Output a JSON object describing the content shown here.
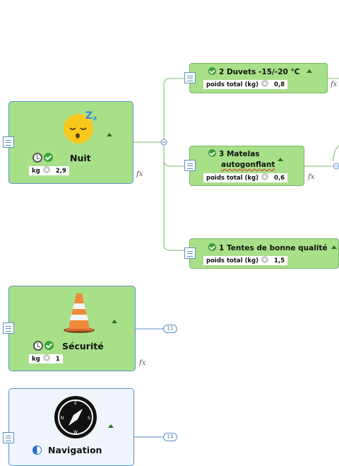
{
  "colors": {
    "topic_green": "#a8e089",
    "topic_blue": "#f0f5fb",
    "border_blue": "#5b8fc7",
    "check_green": "#3a9d3a"
  },
  "topics": [
    {
      "title": "Nuit",
      "prop_label": "kg",
      "prop_value": "2,9",
      "image": "sleeping-face-icon"
    },
    {
      "title": "Sécurité",
      "prop_label": "kg",
      "prop_value": "1",
      "image": "traffic-cone-icon",
      "badge": "11"
    },
    {
      "title": "Navigation",
      "image": "compass-icon",
      "badge": "14"
    }
  ],
  "subtopics": [
    {
      "title": "2 Duvets -15/-20 °C",
      "prop_label": "poids total (kg)",
      "prop_value": "0,8"
    },
    {
      "title_line1": "3 Matelas",
      "title_line2": "autogonflant",
      "prop_label": "poids total (kg)",
      "prop_value": "0,6"
    },
    {
      "title": "1 Tentes de bonne qualité",
      "prop_label": "poids total (kg)",
      "prop_value": "1,5"
    }
  ],
  "formula_symbol": "fx",
  "icons": {
    "notes": "notes-list-icon",
    "collapse": "collapse-triangle-icon",
    "check": "check-circle-icon",
    "clock": "clock-icon",
    "complete": "complete-circle-icon",
    "progress": "half-progress-icon",
    "gear": "gear-icon"
  }
}
